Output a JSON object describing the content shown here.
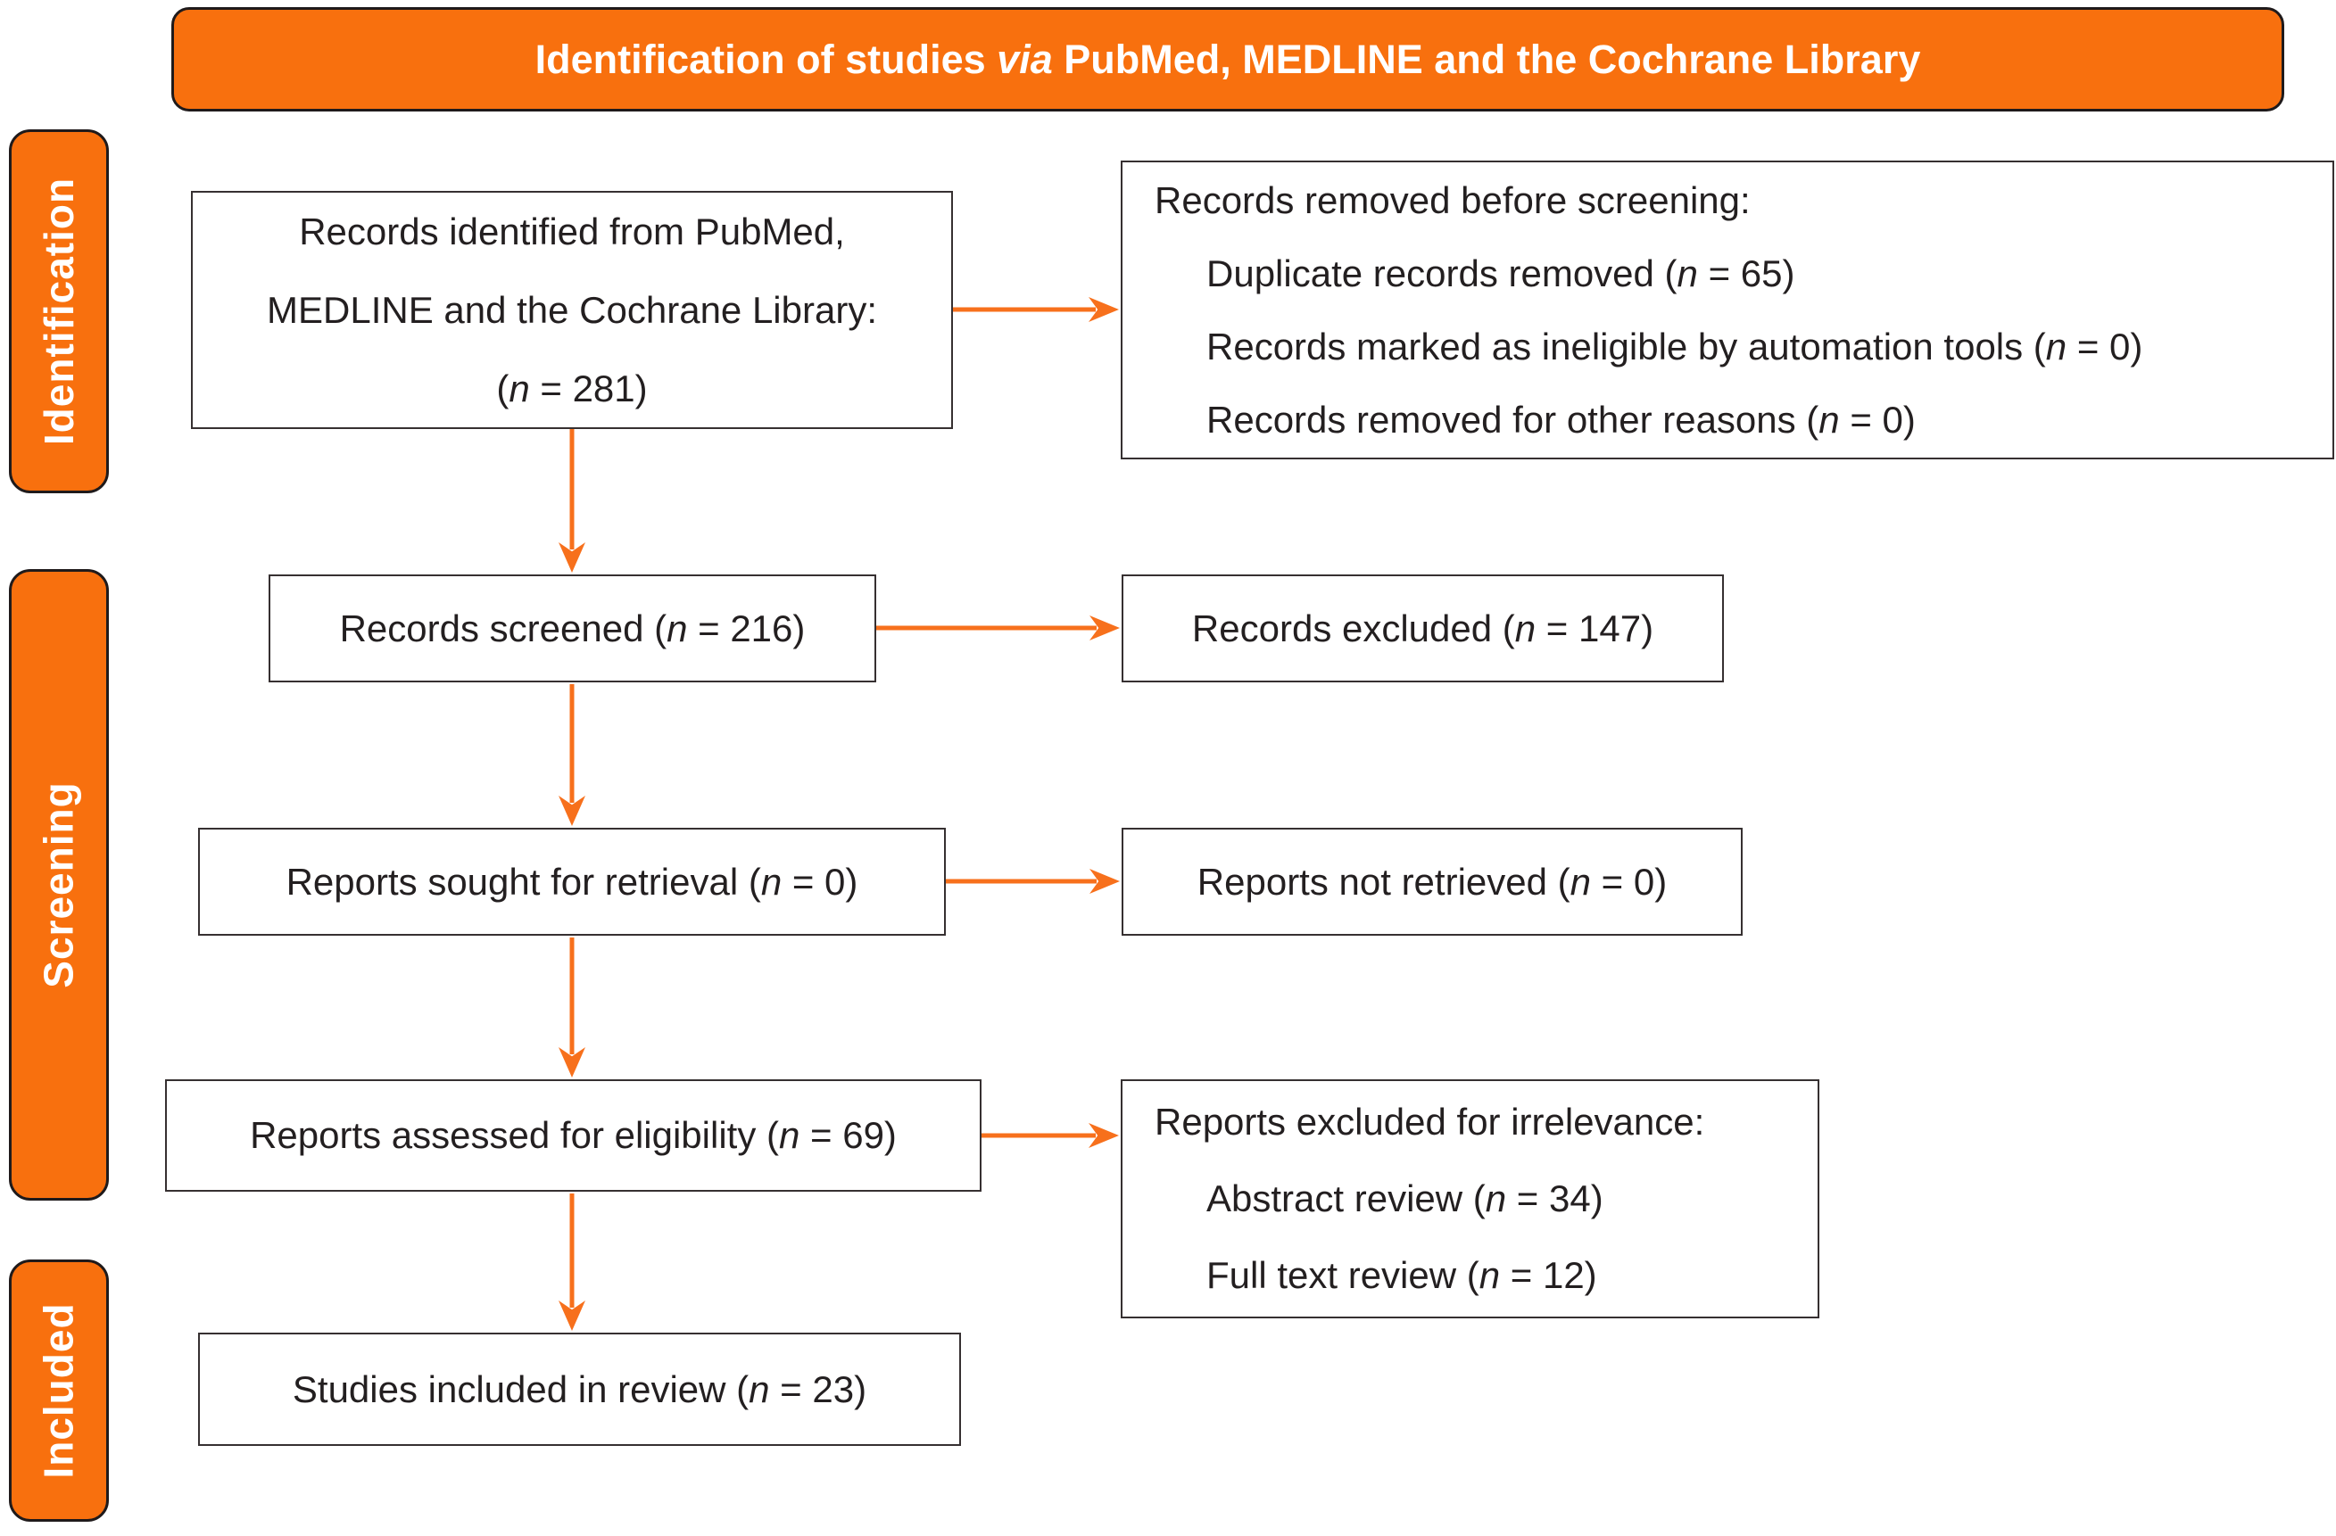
{
  "colors": {
    "orange": "#F8700E",
    "arrow_orange": "#F7701C",
    "box_border": "#363031",
    "banner_border": "#1F1A1B",
    "text": "#231F20",
    "banner_text": "#FFFFFF"
  },
  "banner": {
    "lines": [
      {
        "seg": [
          {
            "t": "Identification of studies "
          },
          {
            "t": "via",
            "i": true
          },
          {
            "t": " PubMed, MEDLINE and the Cochrane Library"
          }
        ]
      }
    ]
  },
  "stages": [
    {
      "label": "Identification"
    },
    {
      "label": "Screening"
    },
    {
      "label": "Included"
    }
  ],
  "boxes": {
    "identified": {
      "lines": [
        {
          "seg": [
            {
              "t": "Records identified from PubMed,"
            }
          ]
        },
        {
          "seg": [
            {
              "t": "MEDLINE and the Cochrane Library:"
            }
          ]
        },
        {
          "seg": [
            {
              "t": "("
            },
            {
              "t": "n",
              "i": true
            },
            {
              "t": " = 281)"
            }
          ]
        }
      ]
    },
    "removed_before_screening": {
      "lines": [
        {
          "seg": [
            {
              "t": "Records removed before screening:"
            }
          ]
        },
        {
          "indent": true,
          "seg": [
            {
              "t": "Duplicate records removed ("
            },
            {
              "t": "n",
              "i": true
            },
            {
              "t": " = 65)"
            }
          ]
        },
        {
          "indent": true,
          "seg": [
            {
              "t": "Records marked as ineligible by automation tools ("
            },
            {
              "t": "n",
              "i": true
            },
            {
              "t": " = 0)"
            }
          ]
        },
        {
          "indent": true,
          "seg": [
            {
              "t": "Records removed for other reasons ("
            },
            {
              "t": "n",
              "i": true
            },
            {
              "t": " = 0)"
            }
          ]
        }
      ]
    },
    "screened": {
      "lines": [
        {
          "seg": [
            {
              "t": "Records screened ("
            },
            {
              "t": "n",
              "i": true
            },
            {
              "t": " = 216)"
            }
          ]
        }
      ]
    },
    "excluded": {
      "lines": [
        {
          "seg": [
            {
              "t": "Records excluded ("
            },
            {
              "t": "n",
              "i": true
            },
            {
              "t": " = 147)"
            }
          ]
        }
      ]
    },
    "sought": {
      "lines": [
        {
          "seg": [
            {
              "t": "Reports sought for retrieval ("
            },
            {
              "t": "n",
              "i": true
            },
            {
              "t": " = 0)"
            }
          ]
        }
      ]
    },
    "not_retrieved": {
      "lines": [
        {
          "seg": [
            {
              "t": "Reports not retrieved ("
            },
            {
              "t": "n",
              "i": true
            },
            {
              "t": " = 0)"
            }
          ]
        }
      ]
    },
    "assessed": {
      "lines": [
        {
          "seg": [
            {
              "t": "Reports assessed for eligibility ("
            },
            {
              "t": "n",
              "i": true
            },
            {
              "t": " = 69)"
            }
          ]
        }
      ]
    },
    "excluded_irrelevance": {
      "lines": [
        {
          "seg": [
            {
              "t": "Reports excluded for irrelevance:"
            }
          ]
        },
        {
          "indent": true,
          "seg": [
            {
              "t": "Abstract review ("
            },
            {
              "t": "n",
              "i": true
            },
            {
              "t": " = 34)"
            }
          ]
        },
        {
          "indent": true,
          "seg": [
            {
              "t": "Full text review ("
            },
            {
              "t": "n",
              "i": true
            },
            {
              "t": " = 12)"
            }
          ]
        }
      ]
    },
    "included_review": {
      "lines": [
        {
          "seg": [
            {
              "t": "Studies included in review ("
            },
            {
              "t": "n",
              "i": true
            },
            {
              "t": " = 23)"
            }
          ]
        }
      ]
    }
  }
}
